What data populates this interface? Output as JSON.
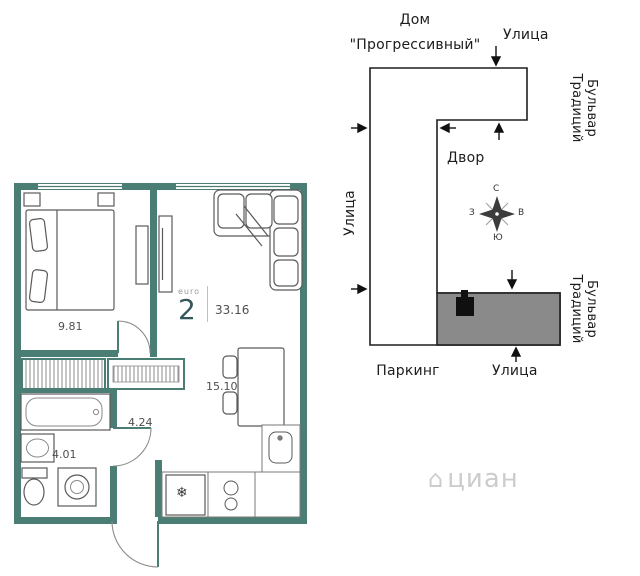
{
  "floorplan": {
    "format_label": "euro",
    "rooms_count": "2",
    "total_area": "33.16",
    "areas": {
      "bedroom": "9.81",
      "hallway": "4.24",
      "bathroom": "4.01",
      "kitchen_living": "15.10"
    },
    "fridge_icon": "❄"
  },
  "siteplan": {
    "house_line1": "Дом",
    "house_line2": "\"Прогрессивный\"",
    "street_top": "Улица",
    "street_left": "Улица",
    "street_bottom": "Улица",
    "parking": "Паркинг",
    "courtyard": "Двор",
    "boulevard_top": "Бульвар Традиций",
    "boulevard_bottom": "Бульвар Традиций",
    "compass": {
      "north": "С",
      "east": "В",
      "south": "Ю",
      "west": "З"
    }
  },
  "watermark": {
    "icon": "⌂",
    "text": "циан"
  },
  "colors": {
    "wall_teal": "#4a7d73",
    "building_gray": "#8a8a8a",
    "outline_black": "#1f1f1f",
    "label_gray": "#4f4f4f"
  }
}
